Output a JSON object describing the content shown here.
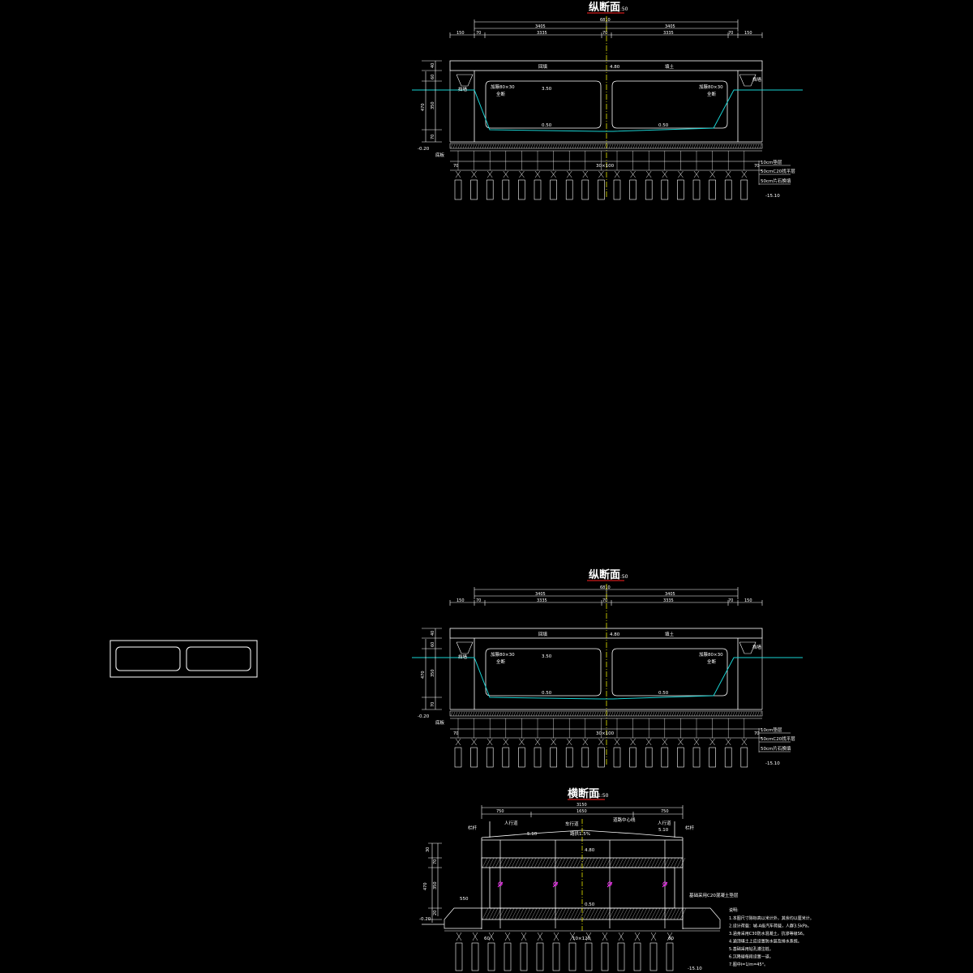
{
  "drawing": {
    "colors": {
      "background": "#000000",
      "line": "#ffffff",
      "water": "#19d3d3",
      "centerline": "#e6e600",
      "title_underline": "#ff2020",
      "rebar_mark": "#ff33ff"
    },
    "longitudinal_section": {
      "title": "纵断面",
      "scale": "1:50",
      "dims_top": {
        "total": "6810",
        "half_left": "3405",
        "half_right": "3405",
        "segments": [
          "150",
          "70",
          "3335",
          "70",
          "3335",
          "70",
          "150"
        ]
      },
      "labels": {
        "left_fill": "回填",
        "right_fill": "填土",
        "mid_elev": "4.80",
        "left_note": "加腋80×30",
        "left_note2": "全断",
        "right_note": "加腋80×30",
        "right_note2": "全断",
        "inner_elev": "3.50",
        "bottom_elev_left": "0.50",
        "bottom_elev_right": "0.50",
        "left_side_elev": "-0.20",
        "left_wall": "挡墙",
        "right_wall": "挡墙",
        "foot": "底板",
        "pile_spacing": "30×100",
        "pile_elev": "-15.10",
        "layer1": "10cm垫层",
        "layer2": "50cmC20找平层",
        "layer3": "50cm片石换填",
        "left_dim1": "470",
        "left_dim2": "350",
        "left_dim3": "60",
        "left_dim4": "40",
        "left_dim5": "70",
        "left_pile_dim": "70",
        "right_pile_dim": "70"
      }
    },
    "plan_icon": {
      "cells": 2
    },
    "cross_section": {
      "title": "横断面",
      "scale": "1:50",
      "dims_top": {
        "total": "3150",
        "left": "750",
        "mid": "1650",
        "right": "750"
      },
      "labels": {
        "left_walk": "人行道",
        "right_walk": "人行道",
        "road": "车行道",
        "center": "道路中心线",
        "left_rail": "栏杆",
        "right_rail": "栏杆",
        "top_elev": "4.80",
        "side_elev": "5.10",
        "side_elev_r": "5.10",
        "inner_elev": "0.50",
        "slope_note": "路拱1.5%",
        "left_dim1": "470",
        "left_dim2": "350",
        "left_dim3": "70",
        "left_dim4": "30",
        "left_dim5": "20",
        "left_side": "550",
        "low_elev": "-0.20",
        "pile_spacing": "10×120",
        "pile_elev": "-15.10",
        "bottom_left_dim": "60",
        "bottom_right_dim": "60",
        "layer_note": "基础采用C20混凝土垫层"
      },
      "notes_title": "说明:",
      "notes": [
        "1.本图尺寸除标高以米计外，其余均以厘米计。",
        "2.设计荷载：城-A级汽车荷载，人群3.5kPa。",
        "3.涵身采用C30防水混凝土，抗渗等级S6。",
        "4.涵顶填土上应设置防水层及排水系统。",
        "5.基础采用钻孔灌注桩。",
        "6.沉降缝每段设置一道。",
        "7.图中i=1/m=45°。"
      ]
    }
  }
}
